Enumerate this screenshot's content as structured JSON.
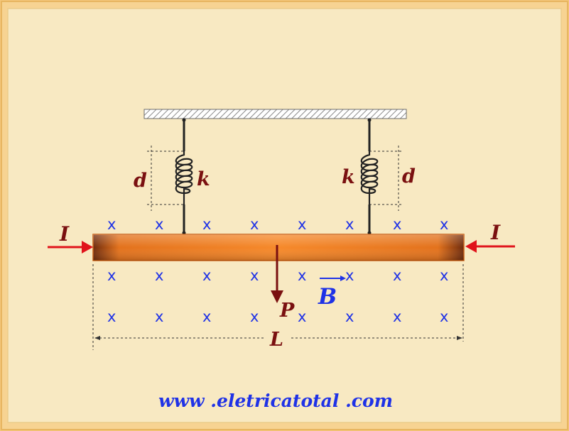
{
  "labels": {
    "current_left": "I",
    "current_right": "I",
    "spring_constant_left": "k",
    "spring_constant_right": "k",
    "displacement_left": "d",
    "displacement_right": "d",
    "weight": "P",
    "field": "B",
    "length": "L"
  },
  "field_marker": "x",
  "footer": {
    "url": "www .eletricatotal .com"
  },
  "colors": {
    "frame": "#f7d392",
    "background": "#f8e9c2",
    "field_marks": "#1f32e6",
    "bar": "#f07f22",
    "label_text": "#7a1010",
    "current_arrows": "#e0131b"
  }
}
